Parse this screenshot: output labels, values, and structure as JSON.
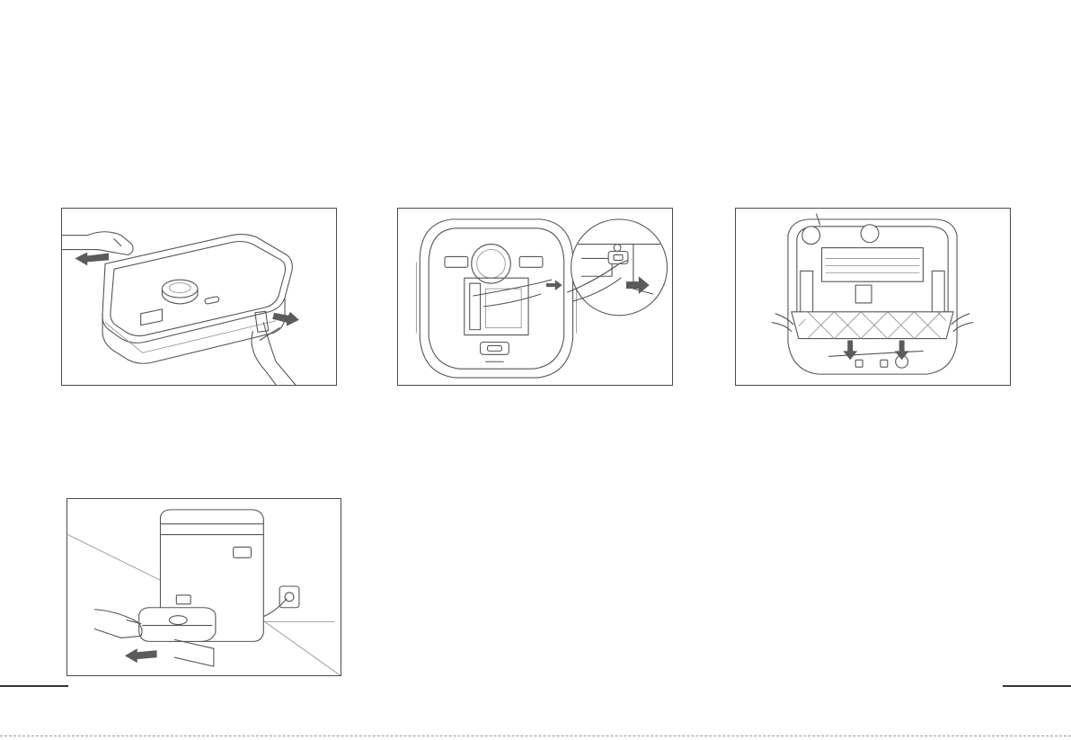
{
  "figures": [
    {
      "id": "fig-1",
      "icon": "robot-cover-opening-illustration"
    },
    {
      "id": "fig-2",
      "icon": "robot-dustbin-removal-illustration"
    },
    {
      "id": "fig-3",
      "icon": "robot-mop-pad-removal-illustration"
    },
    {
      "id": "fig-4",
      "icon": "robot-docking-station-illustration"
    }
  ],
  "colors": {
    "line": "#555555",
    "arrow": "#5b5b5b",
    "frame": "#4a4a4a"
  }
}
